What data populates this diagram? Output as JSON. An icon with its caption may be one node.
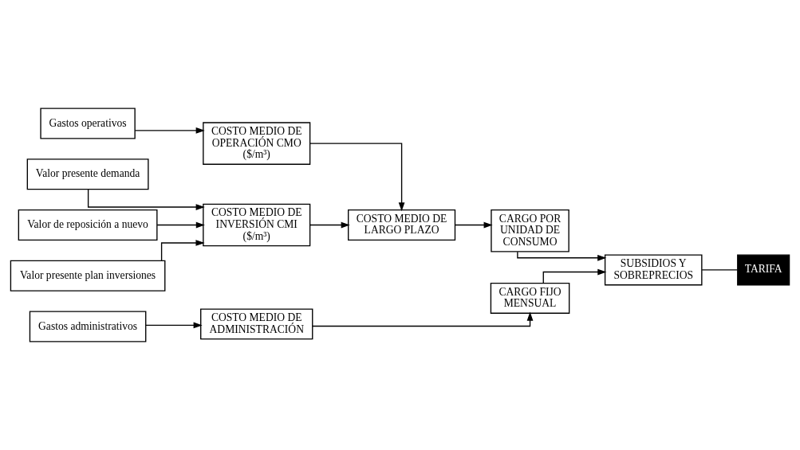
{
  "diagram": {
    "nodes": [
      {
        "text": [
          "Valor de reposición a nuevo"
        ]
      },
      {
        "text": [
          "Valor presente plan inversiones"
        ]
      },
      {
        "text": [
          "Valor presente demanda"
        ]
      },
      {
        "text": [
          "COSTO MEDIO DE INVERSIÓN CMI ($/m³)"
        ]
      },
      {
        "text": [
          "COSTO MEDIO DE LARGO PLAZO"
        ]
      },
      {
        "text": [
          "Gastos operativos"
        ]
      },
      {
        "text": [
          "COSTO MEDIO DE OPERACIÓN CMO ($/m³)"
        ]
      },
      {
        "text": [
          "CARGO POR UNIDAD DE CONSUMO"
        ]
      },
      {
        "text": [
          "CARGO FIJO MENSUAL"
        ]
      },
      {
        "text": [
          "Gastos administrativos"
        ]
      },
      {
        "text": [
          "COSTO MEDIO DE ADMINISTRACIÓN"
        ]
      },
      {
        "text": [
          "SUBSIDIOS Y SOBREPRECIOS"
        ]
      },
      {
        "text": [
          "TARIFA"
        ]
      }
    ],
    "edges": [
      {
        "from": 0,
        "to": 3,
        "arrow": "to"
      },
      {
        "from": 1,
        "to": 3,
        "arrow": "to"
      },
      {
        "from": 2,
        "to": 3,
        "arrow": "to"
      },
      {
        "from": 3,
        "to": 4,
        "arrow": "to"
      },
      {
        "from": 6,
        "to": 4,
        "arrow": "to"
      },
      {
        "from": 5,
        "to": 6,
        "arrow": "to"
      },
      {
        "from": 4,
        "to": 7,
        "arrow": "to"
      },
      {
        "from": 9,
        "to": 10,
        "arrow": "to"
      },
      {
        "from": 10,
        "to": 8,
        "arrow": "to"
      },
      {
        "from": 7,
        "to": 11,
        "arrow": "to"
      },
      {
        "from": 8,
        "to": 11,
        "arrow": "to"
      },
      {
        "from": 11,
        "to": 12,
        "arrow": "none"
      }
    ]
  }
}
